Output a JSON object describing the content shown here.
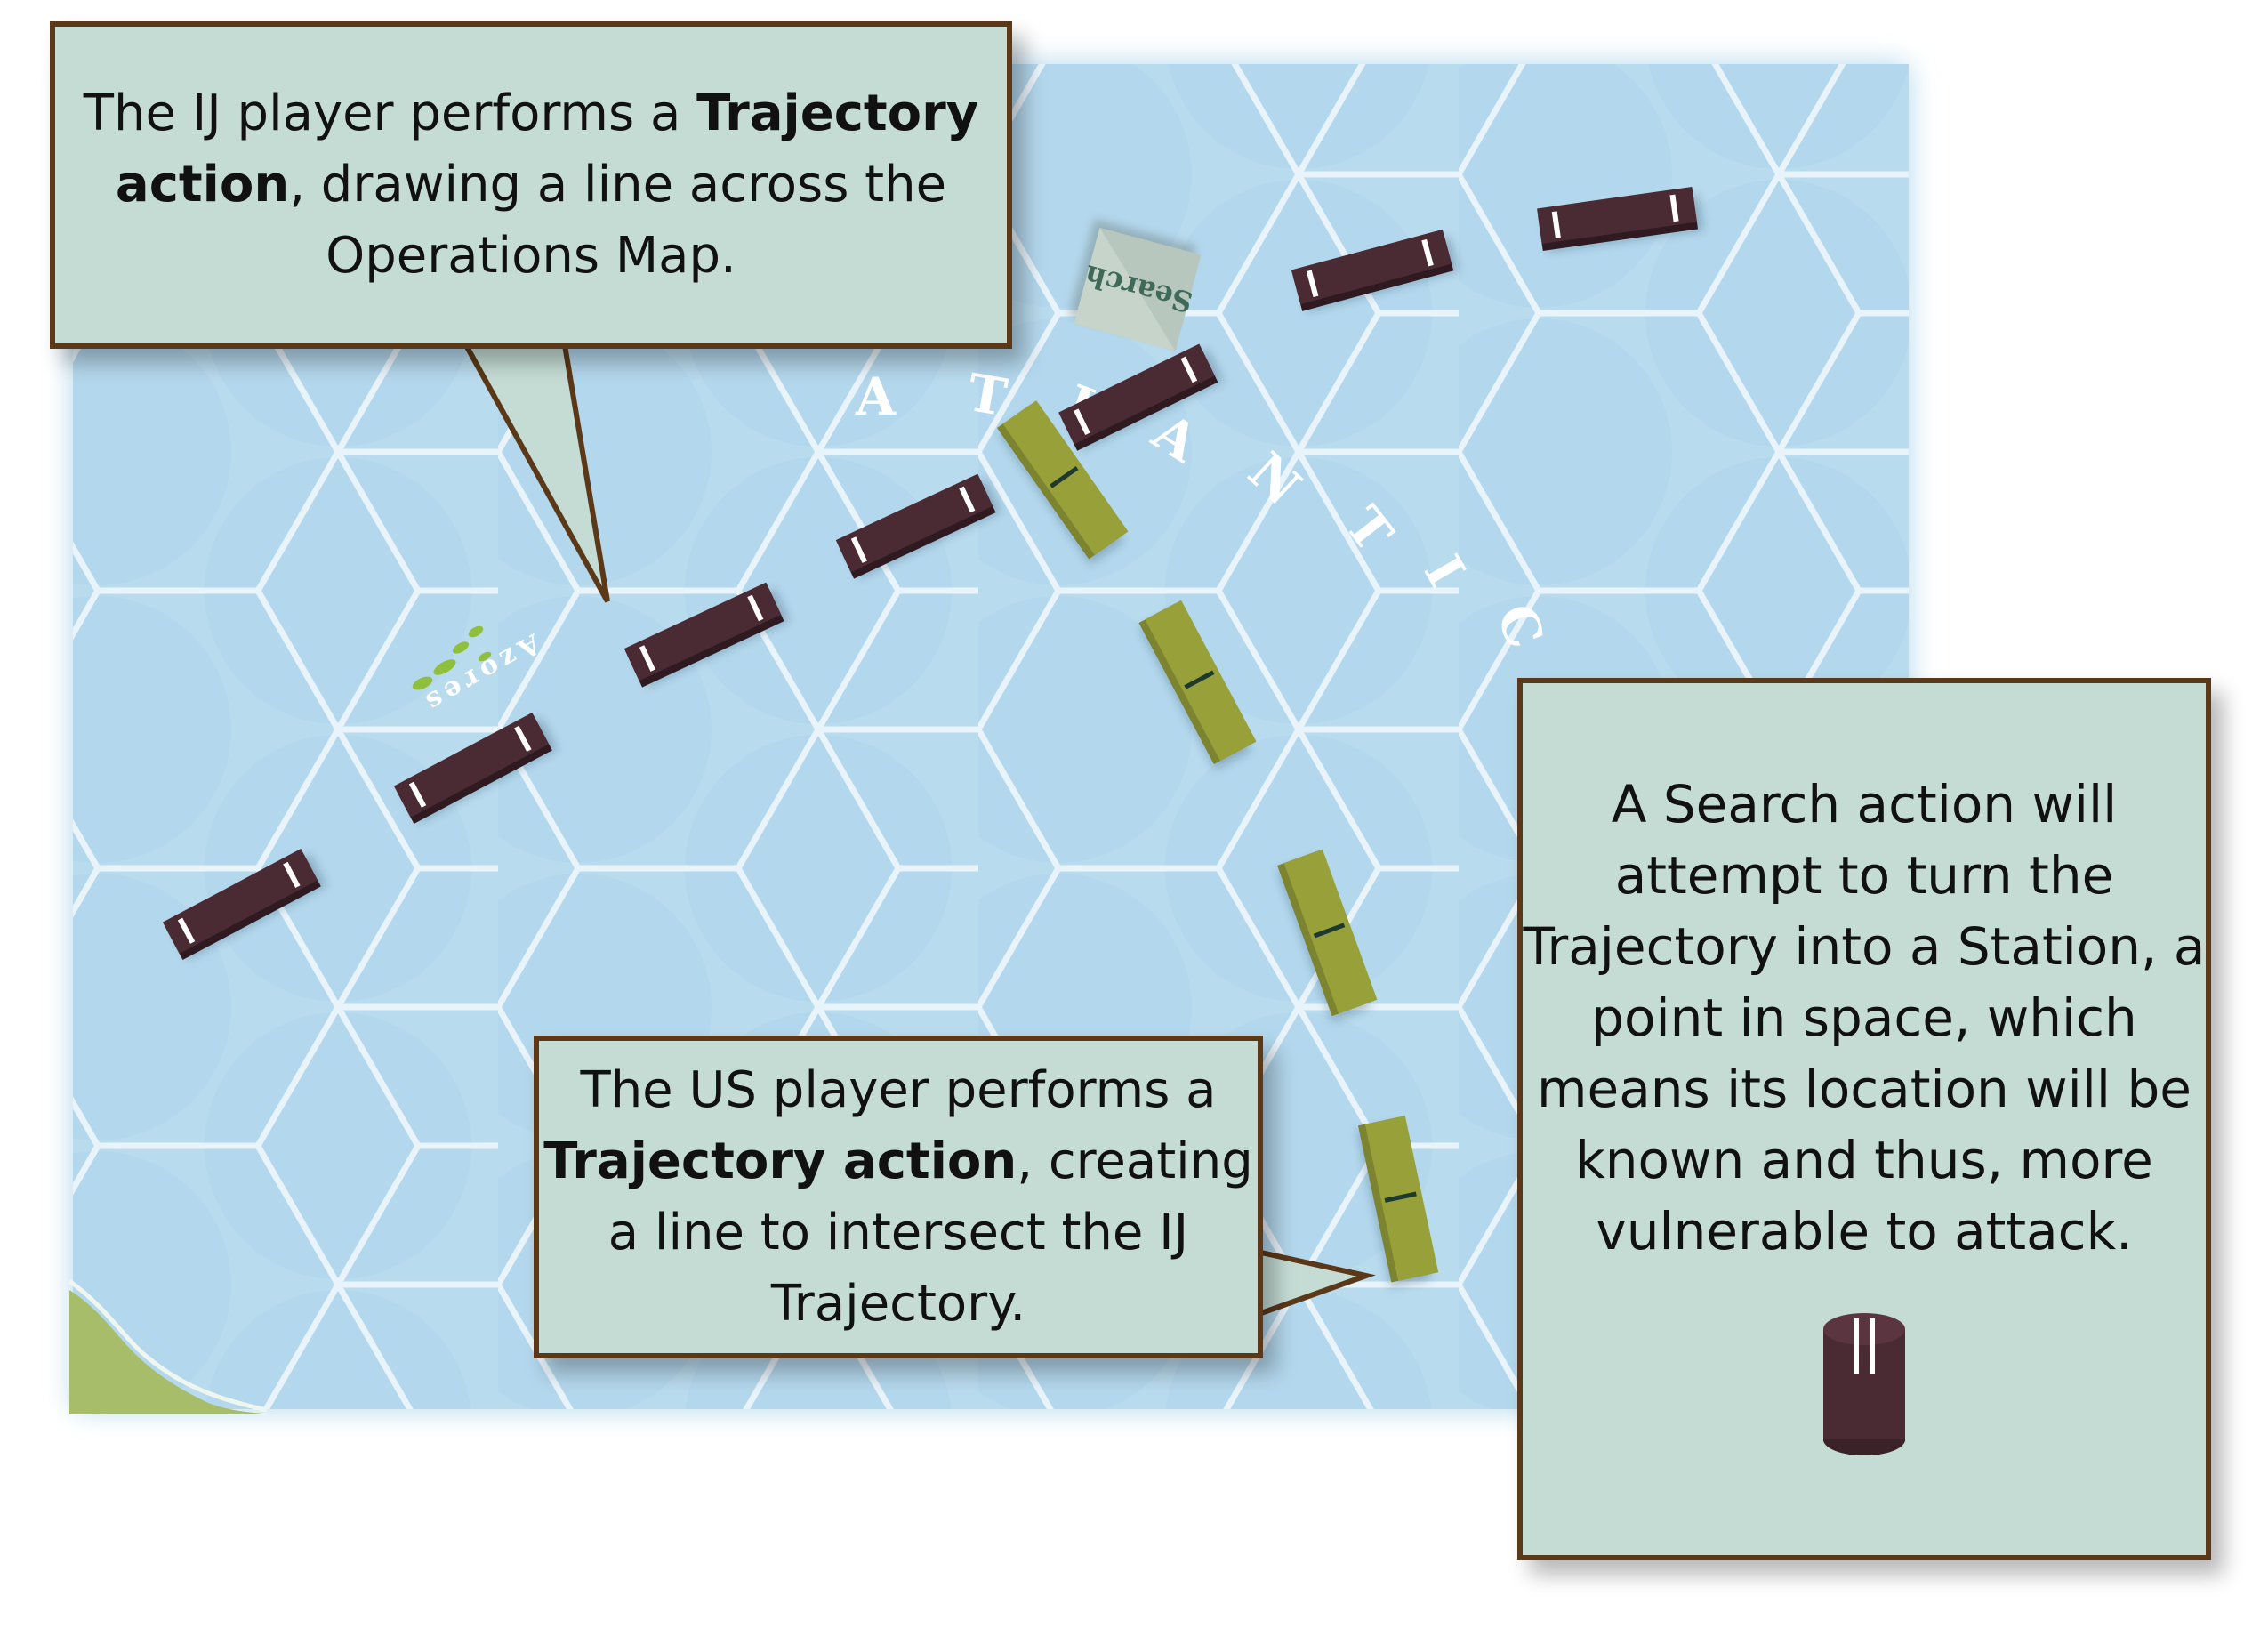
{
  "map": {
    "ocean_label": "ATLANTIC",
    "island_label": "Azores",
    "search_marker_label": "Search"
  },
  "callouts": {
    "ij": {
      "pre": "The IJ player performs a ",
      "bold": "Trajectory action",
      "post": ", drawing a line across the Operations Map."
    },
    "us": {
      "pre": "The US player performs a ",
      "bold": "Trajectory action",
      "post": ", creating a line to intersect the IJ Trajectory."
    },
    "search": {
      "text": "A Search action will attempt to turn the Trajectory into a Station, a point in space, which means its location will be known and thus, more vulnerable to attack."
    }
  },
  "colors": {
    "ocean": "#b8daed",
    "hex_line": "#e6f2f9",
    "ij_block": "#4a2a33",
    "us_block": "#98a03a",
    "callout_bg": "#c5dcd5",
    "callout_border": "#5b3818",
    "land": "#a8bd6a"
  }
}
